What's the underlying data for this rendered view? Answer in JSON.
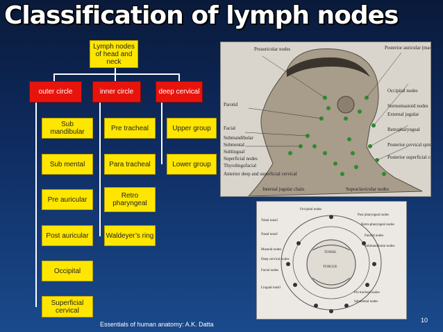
{
  "title": "Classification of lymph nodes",
  "root": "Lymph nodes of head and neck",
  "categories": [
    "outer circle",
    "inner circle",
    "deep cervical"
  ],
  "outer": [
    "Sub mandibular",
    "Sub mental",
    "Pre auricular",
    "Post auricular",
    "Occipital",
    "Superficial cervical"
  ],
  "inner": [
    "Pre tracheal",
    "Para tracheal",
    "Retro pharyngeal",
    "Waldeyer’s ring"
  ],
  "deep": [
    "Upper group",
    "Lower group"
  ],
  "head_labels": [
    "Preauricular nodes",
    "Parotid",
    "Facial",
    "Submandibular",
    "Submental",
    "Sublingual",
    "Superficial nodes",
    "Thyrolingofacial",
    "Anterior deep and superficial cervical",
    "Internal jugular chain",
    "Posterior auricular (mastoid nodes)",
    "Occipital nodes",
    "Sternomastoid nodes",
    "External jugular",
    "Retropharyngeal",
    "Posterior cervical spinal nerve chain",
    "Posterior superficial cervical",
    "Supraclavicular nodes"
  ],
  "ring_labels": [
    "Occipital nodes",
    "Post pharyngeal nodes",
    "Tubal tonsil",
    "Retro-pharyngeal nodes",
    "Parotid nodes",
    "Nasal tonsil",
    "Submandibular nodes",
    "Mastoid nodes",
    "Deep cervical nodes",
    "Facial nodes",
    "Lingual tonsil",
    "Submental nodes",
    "Pre tracheal nodes",
    "TONSIL",
    "TONGUE"
  ],
  "ring_top_text": "",
  "footer": "Essentials of human anatomy: A.K. Datta",
  "page_number": "10",
  "colors": {
    "box": "#ffe600",
    "category": "#e8140c",
    "background": "#0e2a5e"
  }
}
